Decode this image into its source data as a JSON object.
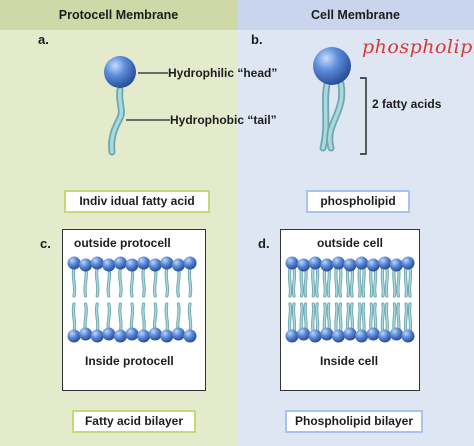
{
  "headers": {
    "left": "Protocell Membrane",
    "right": "Cell Membrane"
  },
  "letters": {
    "a": "a.",
    "b": "b.",
    "c": "c.",
    "d": "d."
  },
  "labels": {
    "head": "Hydrophilic “head”",
    "tail": "Hydrophobic “tail”",
    "fatty_acids": "2 fatty acids",
    "handwritten": "phospholipid"
  },
  "boxes": {
    "individual": "Indiv idual fatty acid",
    "phospholipid": "phospholipid",
    "fatty_bilayer": "Fatty acid bilayer",
    "phospholipid_bilayer": "Phospholipid bilayer"
  },
  "bilayer_left": {
    "top": "outside protocell",
    "bottom": "Inside protocell"
  },
  "bilayer_right": {
    "top": "outside cell",
    "bottom": "Inside cell"
  },
  "colors": {
    "head": "#4f7fd0",
    "tail": "#8cc4cb",
    "handwriting": "#d43a3a"
  }
}
